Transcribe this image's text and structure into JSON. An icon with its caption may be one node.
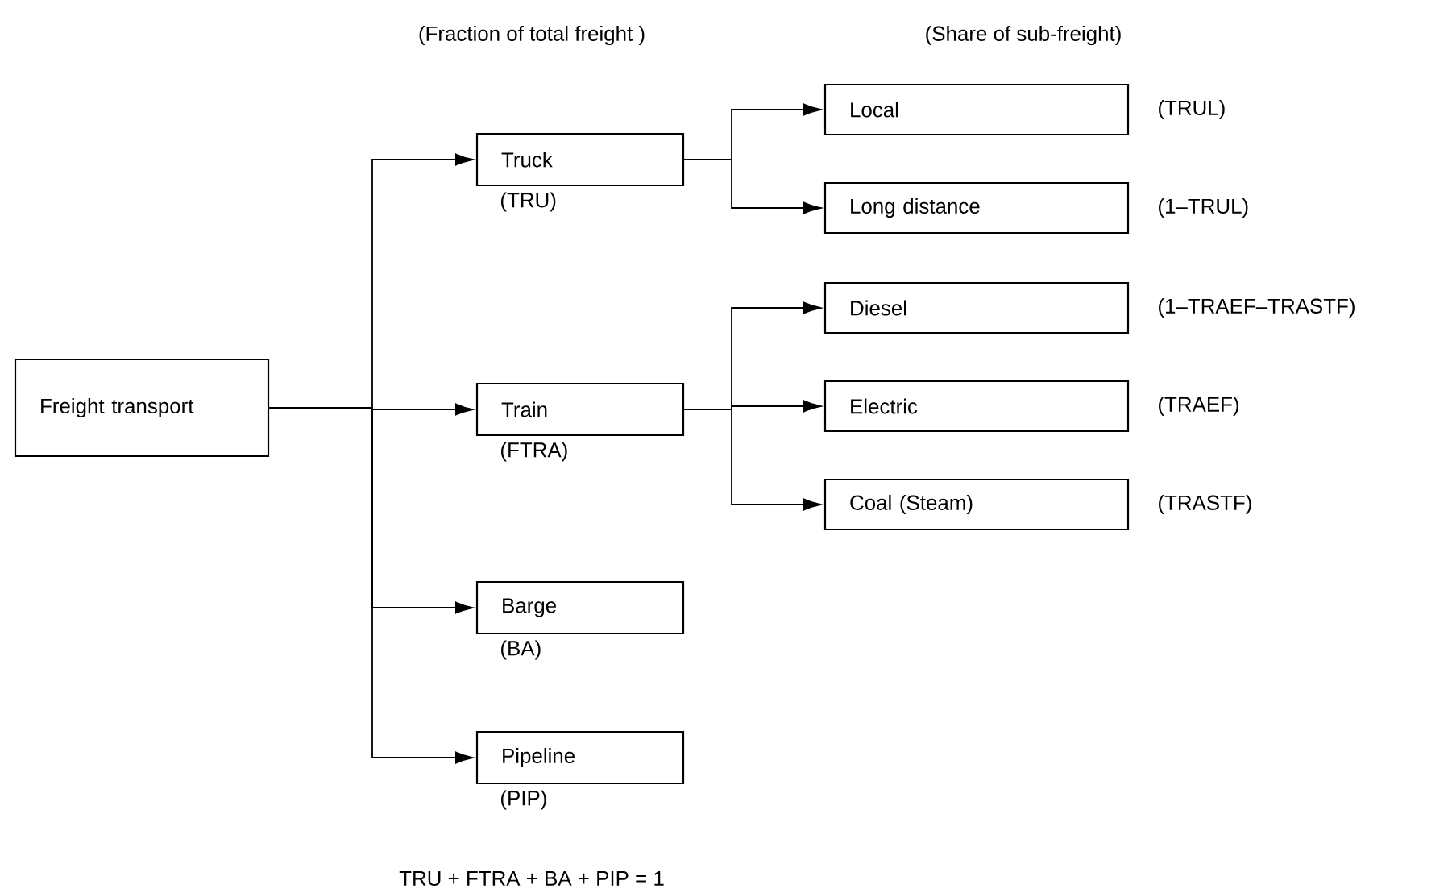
{
  "diagram": {
    "nodes": [
      {
        "text": [
          "Freight transport"
        ]
      },
      {
        "text": [
          "Truck"
        ],
        "beside": [
          "(TRU)"
        ]
      },
      {
        "text": [
          "Train"
        ],
        "beside": [
          "(FTRA)"
        ]
      },
      {
        "text": [
          "Barge"
        ],
        "beside": [
          "(BA)"
        ]
      },
      {
        "text": [
          "Pipeline"
        ],
        "beside": [
          "(PIP)"
        ]
      },
      {
        "text": [
          "Local"
        ],
        "beside": [
          "(TRUL)"
        ]
      },
      {
        "text": [
          "Long distance"
        ],
        "beside": [
          "(1–TRUL)"
        ]
      },
      {
        "text": [
          "Diesel"
        ],
        "beside": [
          "(1–TRAEF–TRASTF)"
        ]
      },
      {
        "text": [
          "Electric"
        ],
        "beside": [
          "(TRAEF)"
        ]
      },
      {
        "text": [
          "Coal (Steam)"
        ],
        "beside": [
          "(TRASTF)"
        ]
      }
    ],
    "edges": [
      {
        "from": 0,
        "to": 1,
        "arrow": "to"
      },
      {
        "from": 0,
        "to": 2,
        "arrow": "to"
      },
      {
        "from": 0,
        "to": 3,
        "arrow": "to"
      },
      {
        "from": 0,
        "to": 4,
        "arrow": "to"
      },
      {
        "from": 1,
        "to": 5,
        "arrow": "to"
      },
      {
        "from": 1,
        "to": 6,
        "arrow": "to"
      },
      {
        "from": 2,
        "to": 7,
        "arrow": "to"
      },
      {
        "from": 2,
        "to": 8,
        "arrow": "to"
      },
      {
        "from": 2,
        "to": 9,
        "arrow": "to"
      }
    ],
    "labels": [
      "(Fraction of total freight )",
      "(Share of sub-freight)",
      "TRU + FTRA + BA + PIP = 1"
    ]
  }
}
